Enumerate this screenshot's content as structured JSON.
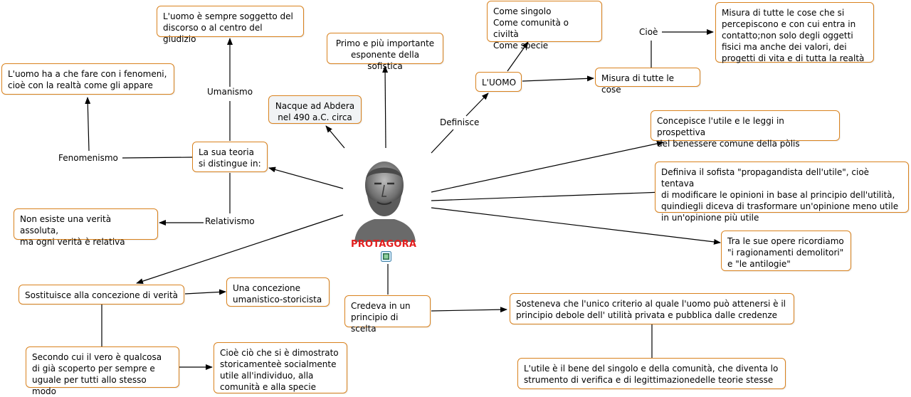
{
  "center": {
    "title": "PROTAGORA",
    "portrait_icon": "bust-portrait-icon",
    "media_icon": "film-icon"
  },
  "nodes": {
    "discorso": "L'uomo è sempre soggetto del\ndiscorso o al centro del giudizio",
    "fenomeni": "L'uomo ha a che fare con i fenomeni,\ncioè con la realtà come gli appare",
    "abdera": "Nacque ad Abdera\nnel 490 a.C. circa",
    "primo": "Primo e più importante\nesponente della sofistica",
    "teoria": "La sua teoria\nsi distingue in:",
    "verita_relativa": "Non esiste una verità assoluta,\nma ogni verità è relativa",
    "singolo": "Come singolo\nCome comunità o civiltà\nCome specie",
    "uomo": "L'UOMO",
    "misura": "Misura di tutte le cose",
    "misura_def": "Misura di tutte le cose che si\npercepiscono e con cui entra in\ncontatto;non solo degli oggetti\nfisici ma anche dei valori, dei\nprogetti di vita e di tutta la realtà",
    "utile_leggi": "Concepisce l'utile e le leggi in prospettiva\ndel benessere comune della pòlis",
    "propagandista": "Definiva il sofista \"propagandista dell'utile\", cioè tentava\ndi modificare le opinioni in base al principio dell'utilità,\nquindiegli diceva di trasformare un'opinione meno utile\nin un'opinione più utile",
    "opere": "Tra le sue opere ricordiamo\n\"i ragionamenti demolitori\"\ne \"le antilogie\"",
    "sostituisce": "Sostituisce alla concezione di verità",
    "concezione": "Una concezione\numanistico-storicista",
    "vero": "Secondo cui il vero è qualcosa\ndi già scoperto per sempre e\nuguale per tutti allo stesso modo",
    "dimostrato": "Cioè ciò che si è dimostrato\nstoricamenteè socialmente\nutile all'individuo, alla\ncomunità e alla specie",
    "scelta": "Credeva in un\nprincipio di scelta",
    "criterio": "Sosteneva che l'unico criterio al quale l'uomo può attenersi è il\nprincipio debole dell' utilità privata e pubblica dalle credenze",
    "bene": "L'utile è il bene del singolo e della comunità, che diventa lo\nstrumento di verifica e di legittimazionedelle teorie stesse"
  },
  "labels": {
    "umanismo": "Umanismo",
    "fenomenismo": "Fenomenismo",
    "relativismo": "Relativismo",
    "definisce": "Definisce",
    "cioe": "Cioè"
  },
  "colors": {
    "node_border": "#d9821e",
    "title_red": "#e31e1e",
    "grey_node": "#f1f3f5"
  }
}
